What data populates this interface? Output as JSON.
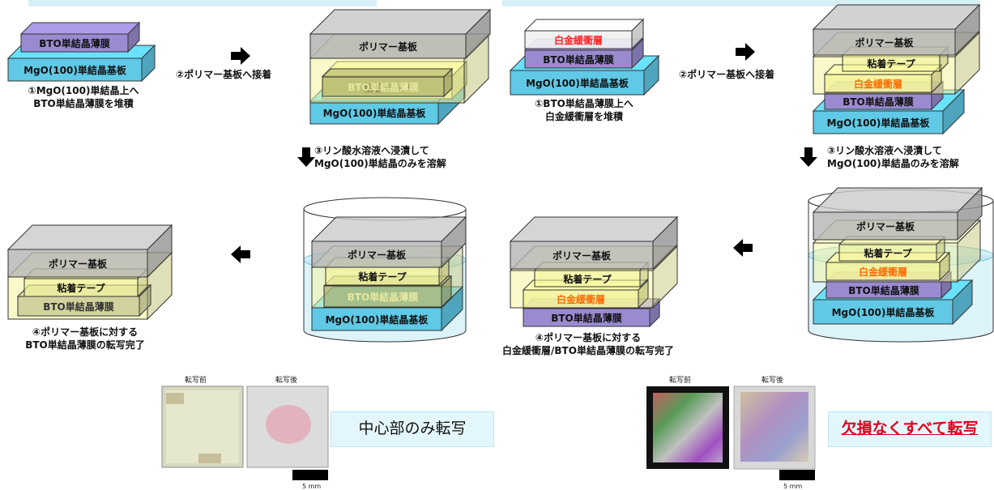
{
  "left": {
    "step1_caption": [
      "①MgO(100)単結晶上へ",
      "BTO単結晶薄膜を堆積"
    ],
    "step2": "②ポリマー基板へ接着",
    "step3": [
      "③リン酸水溶液へ浸漬して",
      "MgO(100)単結晶のみを溶解"
    ],
    "step4_caption": [
      "④ポリマー基板に対する",
      "BTO単結晶薄膜の転写完了"
    ],
    "before_label": "転写前",
    "after_label": "転写後",
    "scale": "5 mm",
    "result": "中心部のみ転写"
  },
  "right": {
    "step1_caption": [
      "①BTO単結晶薄膜上へ",
      "白金緩衝層を堆積"
    ],
    "step2": "②ポリマー基板へ接着",
    "step3": [
      "③リン酸水溶液へ浸漬して",
      "MgO(100)単結晶のみを溶解"
    ],
    "step4_caption": [
      "④ポリマー基板に対する",
      "白金緩衝層/BTO単結晶薄膜の転写完了"
    ],
    "before_label": "転写前",
    "after_label": "転写後",
    "scale": "5 mm",
    "result": "欠損なくすべて転写"
  },
  "layers": {
    "polymer": "ポリマー基板",
    "tape": "粘着テープ",
    "bto": "BTO単結晶薄膜",
    "mgo": "MgO(100)単結晶基板",
    "pt": "白金緩衝層"
  },
  "colors": {
    "polymer": "#b4b4b4",
    "tape": "#f3f39a",
    "bto": "#9a8bd0",
    "mgo": "#5fc9e6",
    "pt": "#f1f1f1",
    "pt_text_red": "#ff2020",
    "pt_text_orange": "#ff6a00",
    "result_red": "#e0001a",
    "callout_bg": "#e3f6fb"
  }
}
